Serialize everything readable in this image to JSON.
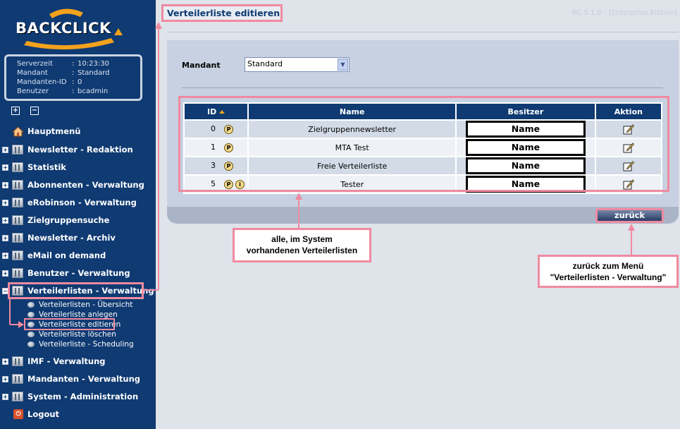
{
  "app": {
    "logo_text": "BACKCLICK",
    "version": "BC 5.1.0 - [Enterprise Edition]"
  },
  "info": [
    {
      "key": "Serverzeit",
      "value": "10:23:30"
    },
    {
      "key": "Mandant",
      "value": "Standard"
    },
    {
      "key": "Mandanten-ID",
      "value": "0"
    },
    {
      "key": "Benutzer",
      "value": "bcadmin"
    }
  ],
  "expand_controls": {
    "expand": "+",
    "collapse": "−"
  },
  "nav": {
    "home": "Hauptmenü",
    "items": [
      "Newsletter - Redaktion",
      "Statistik",
      "Abonnenten - Verwaltung",
      "eRobinson - Verwaltung",
      "Zielgruppensuche",
      "Newsletter - Archiv",
      "eMail on demand",
      "Benutzer - Verwaltung",
      "Verteilerlisten - Verwaltung",
      "IMF - Verwaltung",
      "Mandanten - Verwaltung",
      "System - Administration"
    ],
    "sub_items": [
      "Verteilerlisten - Übersicht",
      "Verteilerliste anlegen",
      "Verteilerliste editieren",
      "Verteilerliste löschen",
      "Verteilerliste - Scheduling"
    ],
    "logout": "Logout"
  },
  "page": {
    "title": "Verteilerliste editieren"
  },
  "mandant": {
    "label": "Mandant",
    "selected": "Standard"
  },
  "table": {
    "headers": {
      "id": "ID",
      "name": "Name",
      "owner": "Besitzer",
      "action": "Aktion"
    },
    "rows": [
      {
        "id": "0",
        "badges": [
          "P"
        ],
        "name": "Zielgruppennewsletter",
        "owner": "Name"
      },
      {
        "id": "1",
        "badges": [
          "P"
        ],
        "name": "MTA Test",
        "owner": "Name"
      },
      {
        "id": "3",
        "badges": [
          "P"
        ],
        "name": "Freie Verteilerliste",
        "owner": "Name"
      },
      {
        "id": "5",
        "badges": [
          "P",
          "i"
        ],
        "name": "Tester",
        "owner": "Name"
      }
    ]
  },
  "back_button": "zurück",
  "callouts": {
    "lists_line1": "alle, im System",
    "lists_line2": "vorhandenen Verteilerlisten",
    "back_line1": "zurück zum Menü",
    "back_line2": "\"Verteilerlisten - Verwaltung\""
  },
  "colors": {
    "sidebar": "#0f3a72",
    "header": "#0f3a72",
    "highlight": "#f08aa0",
    "panel": "#c7d1e1"
  }
}
